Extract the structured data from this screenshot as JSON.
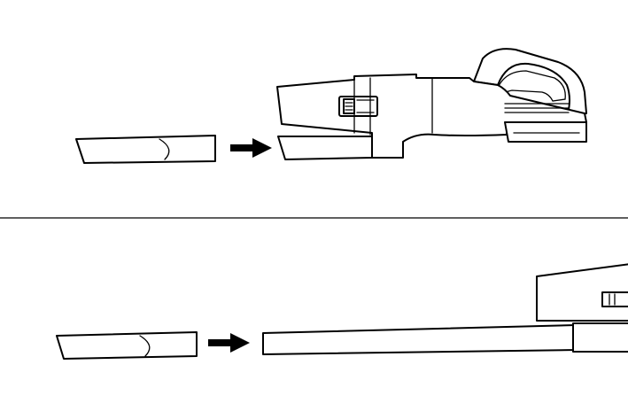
{
  "diagram": {
    "panels": [
      {
        "id": "top",
        "content": "crevice-tool-to-vacuum-nozzle",
        "arrow_direction": "right"
      },
      {
        "id": "bottom",
        "content": "crevice-tool-to-extension-tube",
        "arrow_direction": "right"
      }
    ],
    "divider": true,
    "colors": {
      "line": "#000000",
      "background": "#ffffff"
    },
    "icons": [
      "crevice-tool-icon",
      "arrow-right-icon",
      "handheld-vacuum-icon",
      "extension-tube-icon"
    ]
  }
}
